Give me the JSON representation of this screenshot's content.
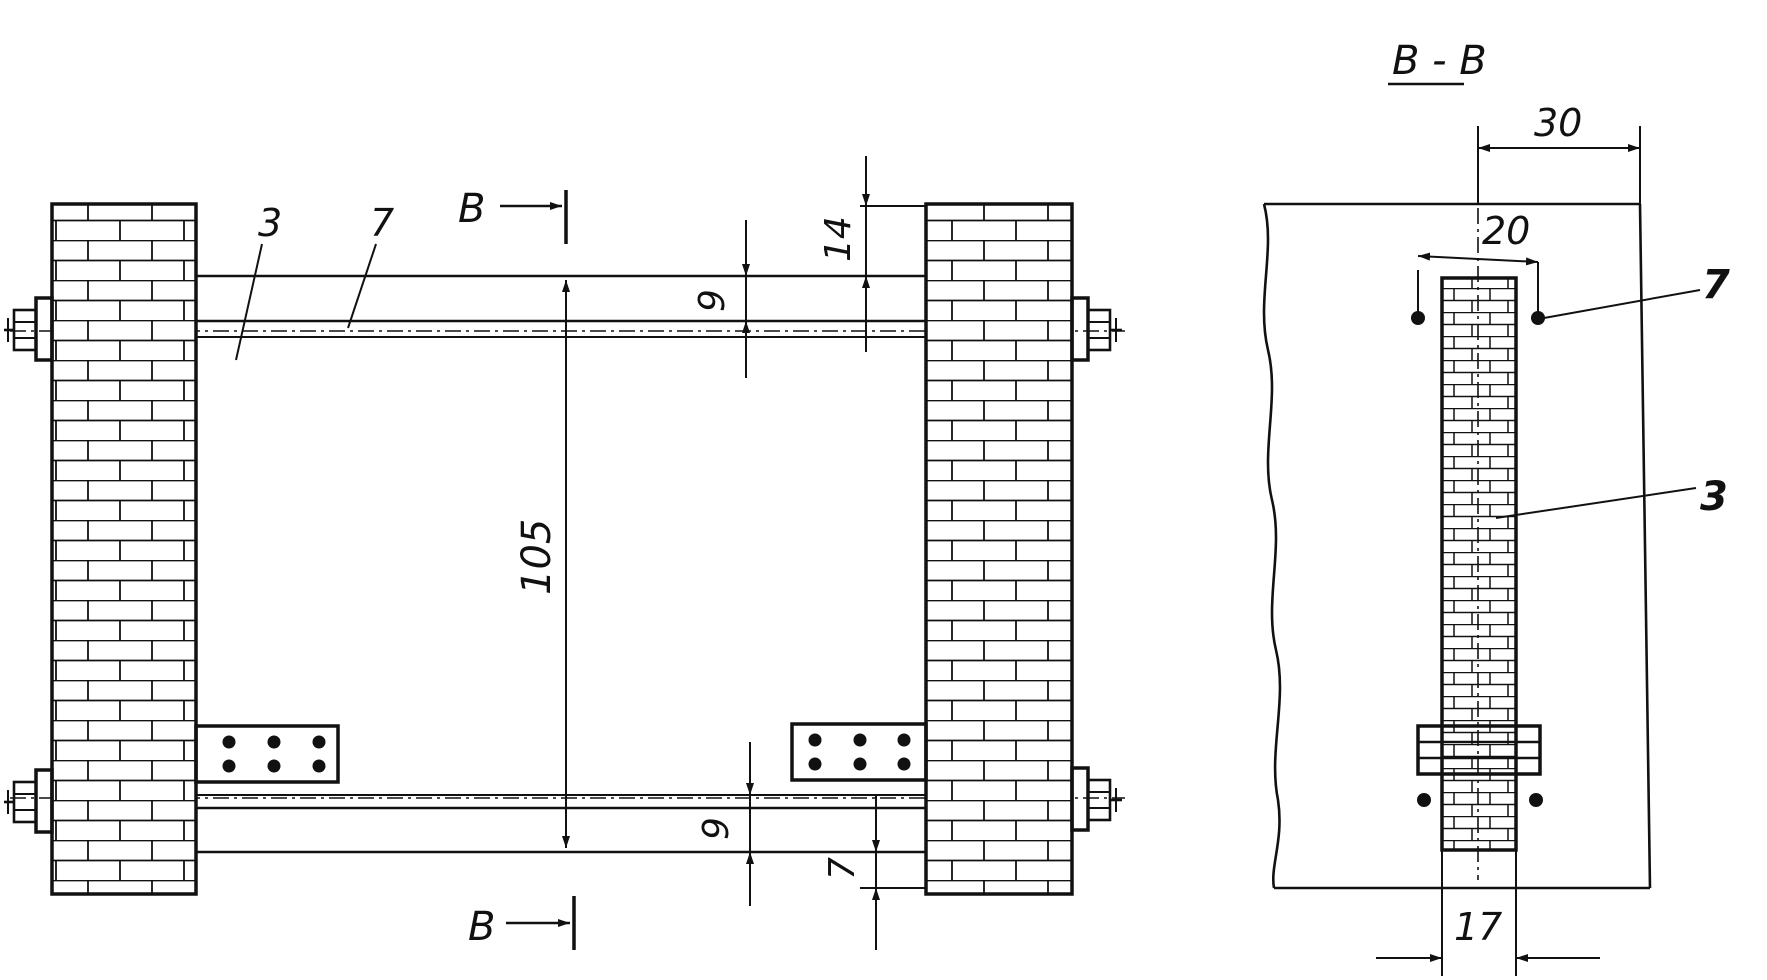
{
  "front_view": {
    "callouts": {
      "wall": "3",
      "rod": "7"
    },
    "section_mark": "B",
    "dimensions": {
      "gap_height": "105",
      "top_offset": "14",
      "top_rod": "9",
      "bottom_rod": "9",
      "bottom_offset": "7"
    }
  },
  "section_view": {
    "title": "B - B",
    "callouts": {
      "rod": "7",
      "wall": "3"
    },
    "dimensions": {
      "overall": "30",
      "inner": "20",
      "thickness": "17"
    }
  }
}
